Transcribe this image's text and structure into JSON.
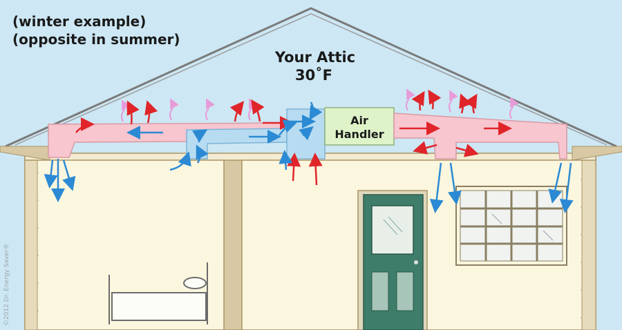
{
  "caption": {
    "line1": "(winter example)",
    "line2": "(opposite in summer)"
  },
  "attic": {
    "title": "Your Attic",
    "temperature": "30˚F"
  },
  "air_handler": {
    "line1": "Air",
    "line2": "Handler"
  },
  "copyright": "©2012 Dr. Energy Saver®",
  "colors": {
    "sky": "#cde7f4",
    "warm_duct": "#f7c6cf",
    "cold_duct": "#b7dbf1",
    "air_handler": "#dff3c9",
    "wall": "#fbf6de",
    "trim": "#d8c8a3",
    "door": "#3f7d6b",
    "warm_arrow": "#e0252a",
    "cold_arrow": "#2b8ad3"
  }
}
